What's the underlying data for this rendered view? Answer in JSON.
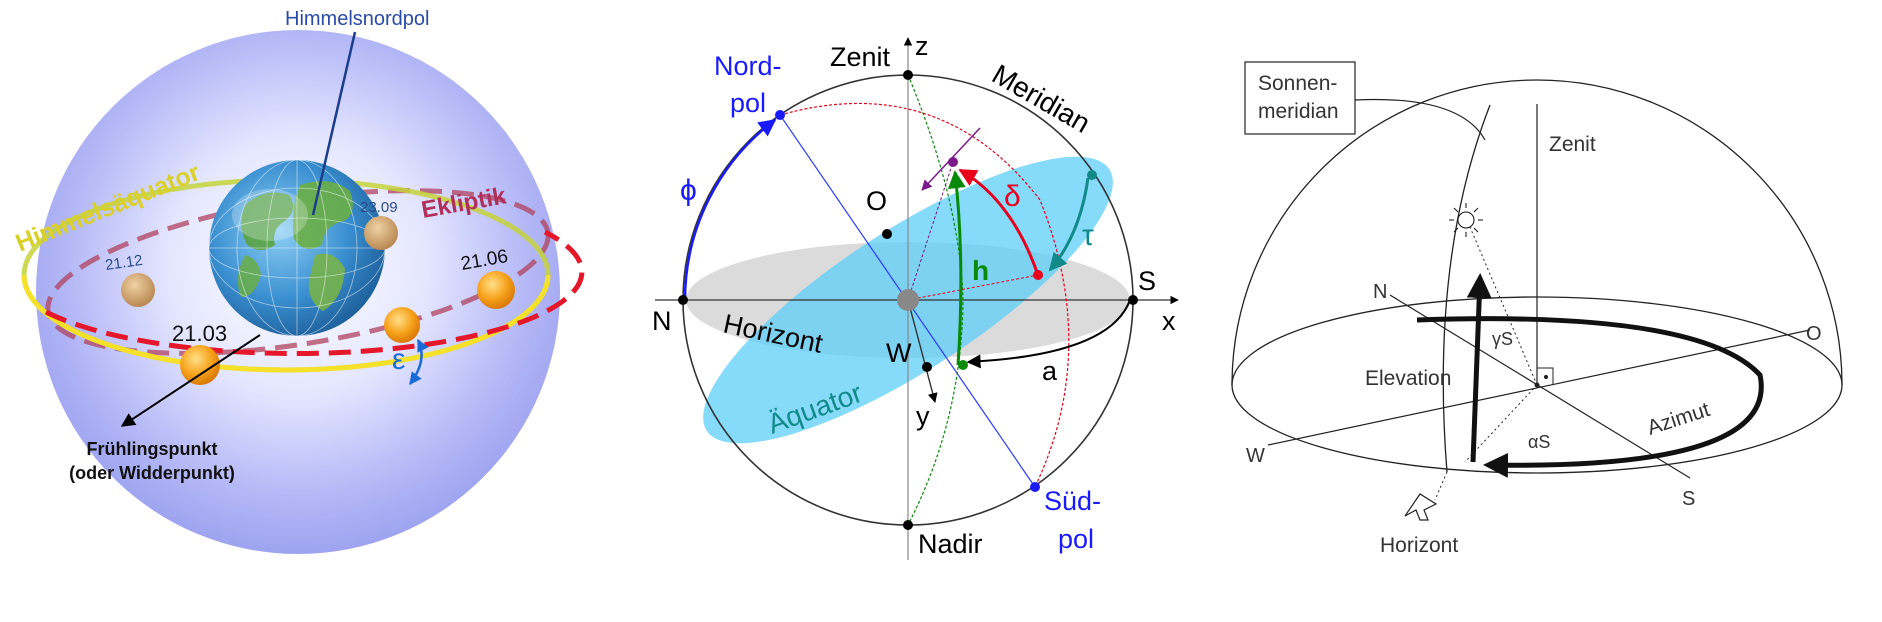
{
  "panel1": {
    "north_pole": "Himmelsnordpol",
    "equator": "Himmelsäquator",
    "ecliptic": "Ekliptik",
    "dates": [
      "21.12",
      "23.09",
      "21.06",
      "21.03"
    ],
    "epsilon": "ε",
    "point_line1": "Frühlingspunkt",
    "point_line2": "(oder Widderpunkt)"
  },
  "panel2": {
    "zenit": "Zenit",
    "z": "z",
    "nordpol_1": "Nord-",
    "nordpol_2": "pol",
    "meridian": "Meridian",
    "phi": "ϕ",
    "o": "O",
    "delta": "δ",
    "tau": "τ",
    "h": "h",
    "s": "S",
    "x": "x",
    "n": "N",
    "horizont": "Horizont",
    "w": "W",
    "a": "a",
    "aequator": "Äquator",
    "y": "y",
    "suedpol_1": "Süd-",
    "suedpol_2": "pol",
    "nadir": "Nadir",
    "colors": {
      "blue": "#1a1aff",
      "red": "#e8001c",
      "green": "#0a8a0a",
      "teal": "#138a8a",
      "purple": "#7a1a8a",
      "disk": "#5ccff7"
    }
  },
  "panel3": {
    "sonnen_1": "Sonnen-",
    "sonnen_2": "meridian",
    "zenit": "Zenit",
    "n": "N",
    "o": "O",
    "gamma": "γS",
    "elevation": "Elevation",
    "azimut": "Azimut",
    "w": "W",
    "alpha": "αS",
    "s": "S",
    "horizont": "Horizont"
  }
}
